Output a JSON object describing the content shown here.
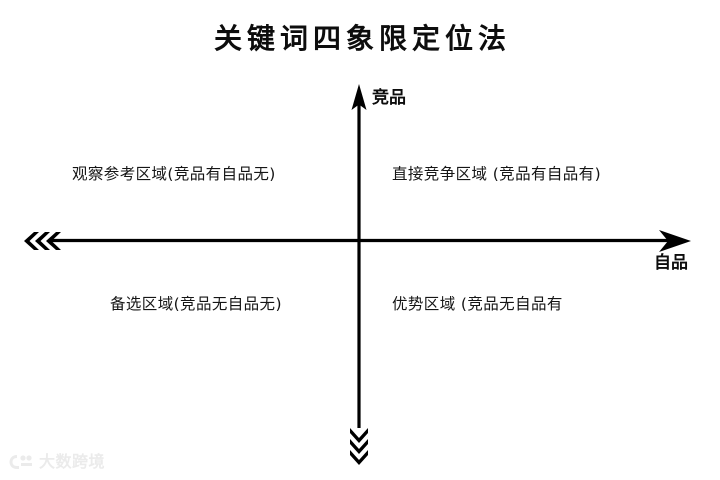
{
  "title": "关键词四象限定位法",
  "axes": {
    "y_label": "竞品",
    "x_label": "自品",
    "vertical_arrow_up_icon": "arrow-up-icon",
    "vertical_arrow_down_icon": "triple-chevron-down-icon",
    "horizontal_arrow_right_icon": "arrow-right-icon",
    "horizontal_arrow_left_icon": "triple-chevron-left-icon",
    "origin_x": 359,
    "origin_y": 240,
    "color": "#000000"
  },
  "quadrants": {
    "top_left": "观察参考区域(竞品有自品无)",
    "top_right": "直接竞争区域 (竞品有自品有)",
    "bottom_left": "备选区域(竞品无自品无)",
    "bottom_right": "优势区域 (竞品无自品有"
  },
  "watermark": {
    "text": "大数跨境",
    "mark_icon": "brand-logo-icon"
  },
  "chart_data": {
    "type": "scatter",
    "title": "关键词四象限定位法",
    "xlabel": "自品",
    "ylabel": "竞品",
    "grid": false,
    "legend": "none",
    "quadrant_labels": [
      {
        "quadrant": "II",
        "x_sign": "-",
        "y_sign": "+",
        "label": "观察参考区域(竞品有自品无)"
      },
      {
        "quadrant": "I",
        "x_sign": "+",
        "y_sign": "+",
        "label": "直接竞争区域 (竞品有自品有)"
      },
      {
        "quadrant": "III",
        "x_sign": "-",
        "y_sign": "-",
        "label": "备选区域(竞品无自品无)"
      },
      {
        "quadrant": "IV",
        "x_sign": "+",
        "y_sign": "-",
        "label": "优势区域 (竞品无自品有"
      }
    ],
    "series": [],
    "x": [],
    "values": []
  }
}
